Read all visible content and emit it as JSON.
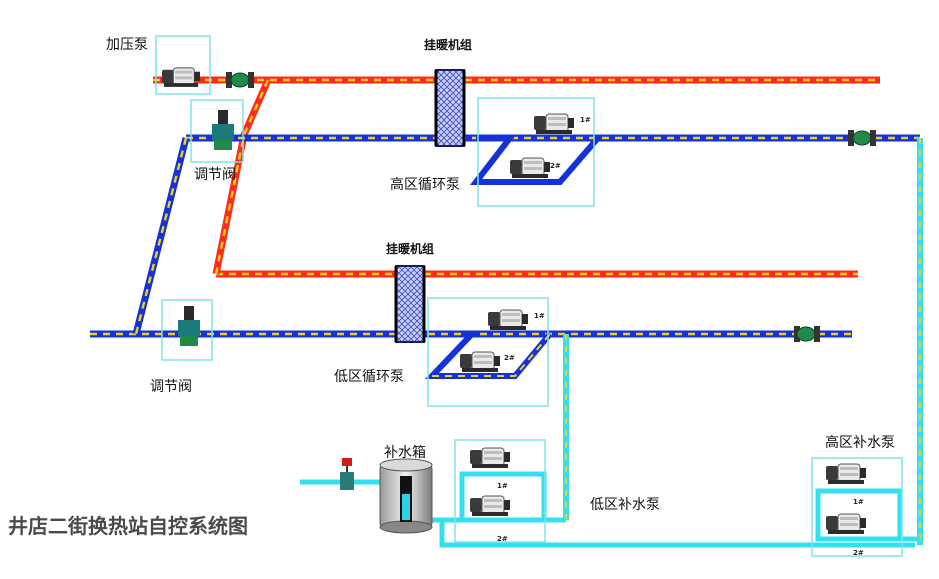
{
  "title": "井店二街换热站自控系统图",
  "labels": {
    "booster_pump": "加压泵",
    "exchanger_top": "挂暖机组",
    "exchanger_mid": "挂暖机组",
    "valve_top": "调节阀",
    "valve_bottom": "调节阀",
    "high_circ_pump": "高区循环泵",
    "low_circ_pump": "低区循环泵",
    "water_tank": "补水箱",
    "low_makeup_pump": "低区补水泵",
    "high_makeup_pump": "高区补水泵"
  },
  "pump_numbers": [
    "1#",
    "2#"
  ],
  "colors": {
    "supply_pipe": "#ff2a1a",
    "supply_dash": "#ffd21a",
    "return_pipe": "#1432d8",
    "return_dash": "#f0d21e",
    "makeup_pipe": "#33e0f0",
    "frame": "#7fe3ea"
  },
  "icons": [
    "pump-icon",
    "gate-valve-icon",
    "control-valve-icon",
    "heat-exchanger-icon",
    "water-tank-icon"
  ]
}
